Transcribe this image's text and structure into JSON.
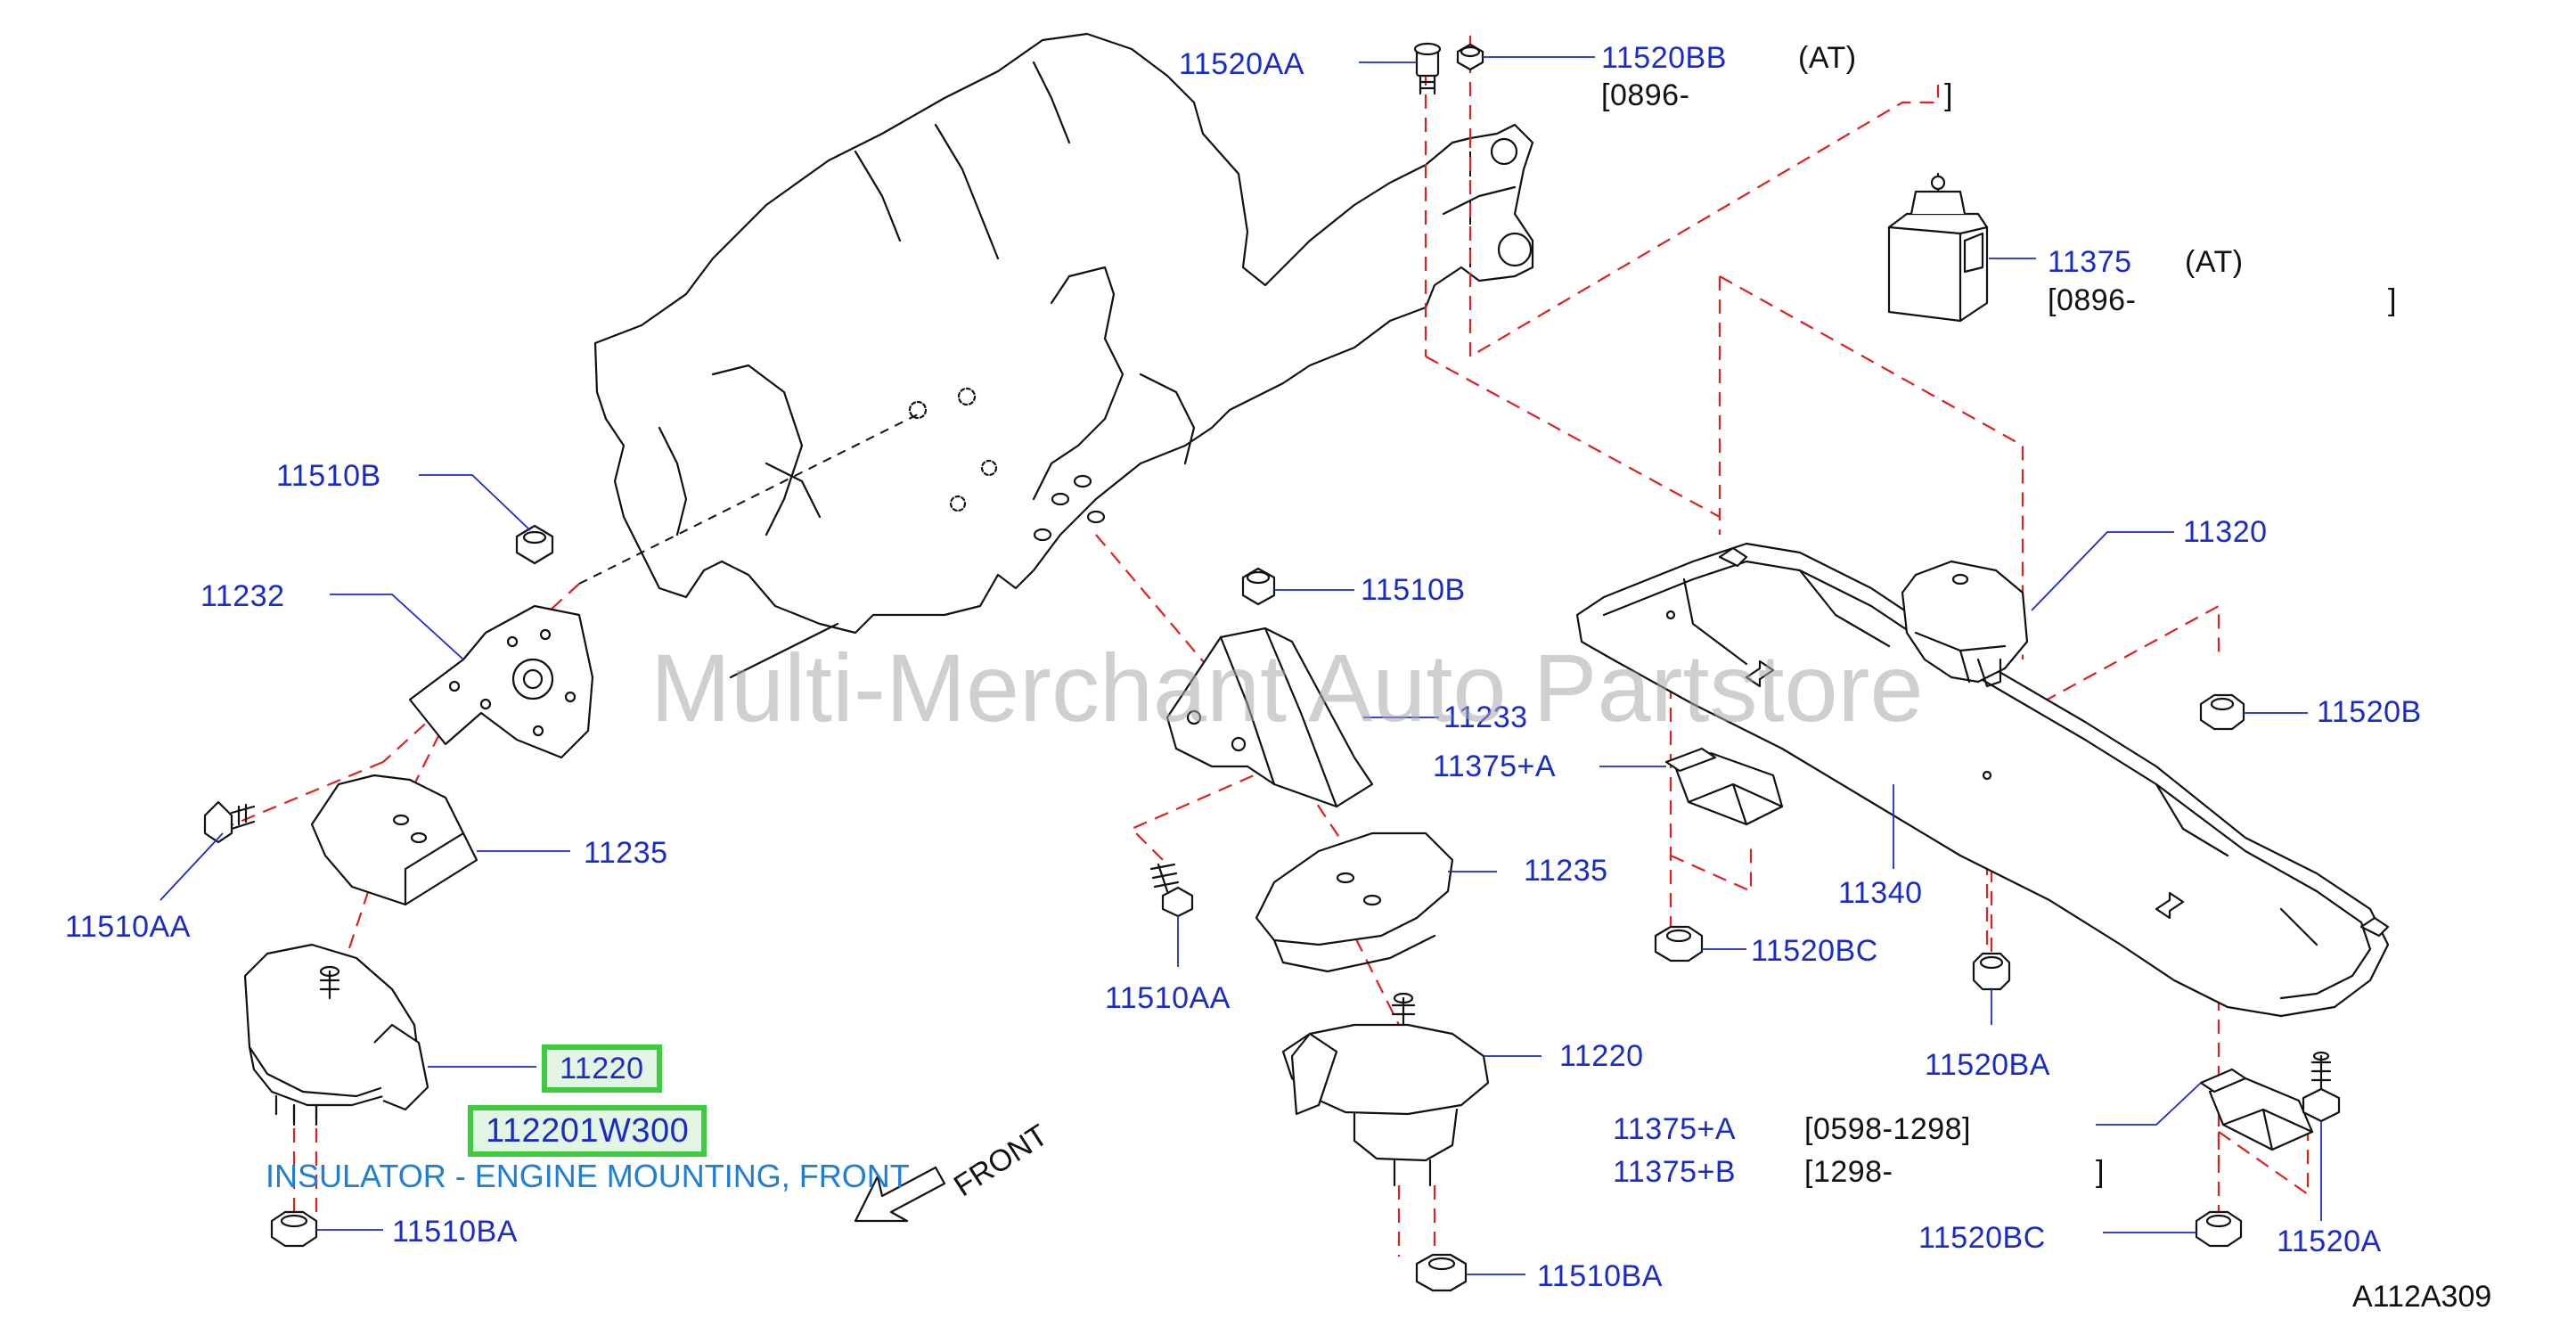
{
  "labels": {
    "l11520AA_top": "11520AA",
    "l11520BB": "11520BB",
    "at_1": "(AT)",
    "range_1a": "[0896-",
    "range_1b": "]",
    "l11375": "11375",
    "at_2": "(AT)",
    "range_2a": "[0896-",
    "range_2b": "]",
    "l11510B_left": "11510B",
    "l11232": "11232",
    "l11510B_mid": "11510B",
    "l11233": "11233",
    "l11320": "11320",
    "l11520B": "11520B",
    "l11375A_mid": "11375+A",
    "l11235_left": "11235",
    "l11235_mid": "11235",
    "l11340": "11340",
    "l11510AA_left": "11510AA",
    "l11510AA_mid": "11510AA",
    "l11520BC_mid": "11520BC",
    "l11520BA": "11520BA",
    "l11220_left": "11220",
    "l11220_right": "11220",
    "part_number": "112201W300",
    "description": "INSULATOR - ENGINE MOUNTING, FRONT",
    "front": "FRONT",
    "legend_a": "11375+A",
    "legend_a_range": "[0598-1298]",
    "legend_b": "11375+B",
    "legend_b_range_a": "[1298-",
    "legend_b_range_b": "]",
    "l11520BC_bot": "11520BC",
    "l11520A": "11520A",
    "l11510BA_left": "11510BA",
    "l11510BA_mid": "11510BA",
    "diagram_code": "A112A309",
    "watermark": "Multi-Merchant Auto Partstore"
  },
  "colors": {
    "label": "#1a2cc8",
    "dashed_leader": "#e02020",
    "highlight_border": "#3dcc3d",
    "description": "#1d7fd6",
    "watermark": "#a9a9a9"
  }
}
